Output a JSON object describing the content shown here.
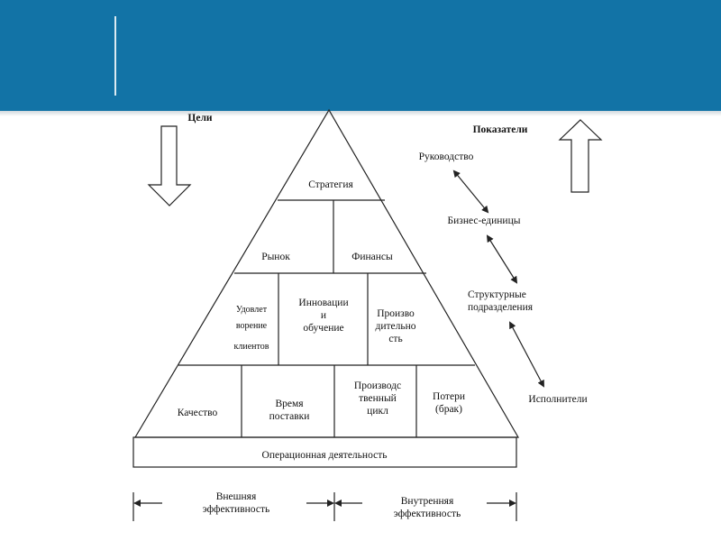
{
  "colors": {
    "header": "#1273a6",
    "line": "#222222",
    "text": "#111111"
  },
  "goals_label": "Цели",
  "indicators_label": "Показатели",
  "pyramid": {
    "strategy": "Стратегия",
    "market": "Рынок",
    "finance": "Финансы",
    "satisfaction_lines": [
      "Удовлет",
      "ворение",
      "клиентов"
    ],
    "innovation_lines": [
      "Инновации",
      "и",
      "обучение"
    ],
    "productivity_lines": [
      "Произво",
      "дительно",
      "сть"
    ],
    "quality": "Качество",
    "delivery_lines": [
      "Время",
      "поставки"
    ],
    "cycle_lines": [
      "Производс",
      "твенный",
      "цикл"
    ],
    "losses_lines": [
      "Потери",
      "(брак)"
    ],
    "operations": "Операционная деятельность"
  },
  "levels": {
    "management": "Руководство",
    "business_units": "Бизнес-единицы",
    "structural_lines": [
      "Структурные",
      "подразделения"
    ],
    "executors": "Исполнители"
  },
  "efficiency": {
    "external_lines": [
      "Внешняя",
      "эффективность"
    ],
    "internal_lines": [
      "Внутренняя",
      "эффективность"
    ]
  }
}
